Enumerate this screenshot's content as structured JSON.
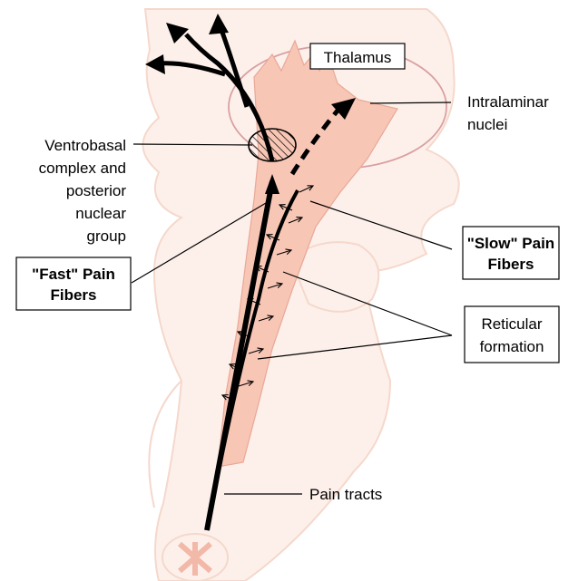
{
  "labels": {
    "thalamus": "Thalamus",
    "intralaminar_1": "Intralaminar",
    "intralaminar_2": "nuclei",
    "ventrobasal_1": "Ventrobasal",
    "ventrobasal_2": "complex and",
    "ventrobasal_3": "posterior",
    "ventrobasal_4": "nuclear",
    "ventrobasal_5": "group",
    "fast_1": "\"Fast\" Pain",
    "fast_2": "Fibers",
    "slow_1": "\"Slow\" Pain",
    "slow_2": "Fibers",
    "reticular_1": "Reticular",
    "reticular_2": "formation",
    "pain_tracts": "Pain tracts"
  },
  "colors": {
    "brain_fill": "#fdf0ea",
    "brain_outline": "#f5d8cc",
    "tract_fill": "#f8c6b5",
    "thalamus_outline": "#d9a0a3",
    "pathway": "#000000",
    "spinal_cross": "#f2b8a8"
  }
}
